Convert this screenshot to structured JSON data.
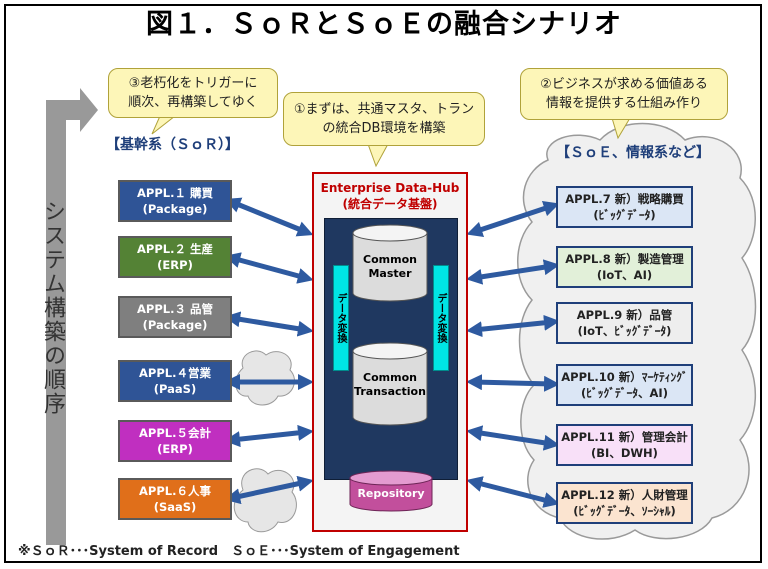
{
  "title": "図１．ＳｏＲとＳｏＥの融合シナリオ",
  "callouts": {
    "left": "③老朽化をトリガーに\n順次、再構築してゆく",
    "center": "①まずは、共通マスタ、トラン\nの統合DB環境を構築",
    "right": "②ビジネスが求める価値ある\n情報を提供する仕組み作り"
  },
  "labels": {
    "sor_section": "【基幹系（ＳｏＲ）】",
    "soe_section": "【ＳｏＥ、情報系など】",
    "vertical_order": "システム構築の順序",
    "note": "※ＳｏＲ･･･System of Record　ＳｏＥ･･･System of Engagement"
  },
  "hub": {
    "title": "Enterprise Data-Hub",
    "subtitle": "(統合データ基盤)",
    "converter_left": "データ変換",
    "converter_right": "データ変換",
    "common_master": "Common\nMaster",
    "common_transaction": "Common\nTransaction",
    "repository": "Repository"
  },
  "sor_apps": [
    {
      "line1": "APPL.１ 購買",
      "line2": "(Package)",
      "color": "#2f5496"
    },
    {
      "line1": "APPL.２ 生産",
      "line2": "(ERP)",
      "color": "#548235"
    },
    {
      "line1": "APPL.３ 品管",
      "line2": "(Package)",
      "color": "#7f7f7f"
    },
    {
      "line1": "APPL.４営業",
      "line2": "(PaaS)",
      "color": "#2f5496"
    },
    {
      "line1": "APPL.５会計",
      "line2": "(ERP)",
      "color": "#c02fc0"
    },
    {
      "line1": "APPL.６人事",
      "line2": "(SaaS)",
      "color": "#e06f1a"
    }
  ],
  "soe_apps": [
    {
      "line1": "APPL.7 新）戦略購買",
      "line2": "(ﾋﾞｯｸﾞﾃﾞｰﾀ)",
      "color": "#dbe6f5"
    },
    {
      "line1": "APPL.8 新）製造管理",
      "line2": "(IoT、AI)",
      "color": "#e2f0d9"
    },
    {
      "line1": "APPL.9 新）品管",
      "line2": "(IoT、ﾋﾞｯｸﾞﾃﾞｰﾀ)",
      "color": "#eeeeee"
    },
    {
      "line1": "APPL.10 新）ﾏｰｹﾃｨﾝｸﾞ",
      "line2": "(ﾋﾞｯｸﾞﾃﾞｰﾀ、AI)",
      "color": "#dbe6f5"
    },
    {
      "line1": "APPL.11 新）管理会計",
      "line2": "(BI、DWH)",
      "color": "#f8e0f8"
    },
    {
      "line1": "APPL.12 新）人財管理",
      "line2": "(ﾋﾞｯｸﾞﾃﾞｰﾀ、ｿｰｼｬﾙ)",
      "color": "#fbe4d0"
    }
  ]
}
